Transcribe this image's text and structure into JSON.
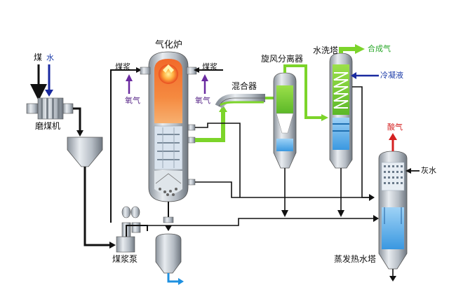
{
  "labels": {
    "coal": "煤",
    "water": "水",
    "mill": "磨煤机",
    "gasifier": "气化炉",
    "slurry_left": "煤浆",
    "slurry_right": "煤浆",
    "oxygen_left": "氧气",
    "oxygen_right": "氧气",
    "mixer": "混合器",
    "cyclone": "旋风分离器",
    "scrubber": "水洗塔",
    "syngas": "合成气",
    "condensate": "冷凝液",
    "acid_gas": "酸气",
    "ash_water": "灰水",
    "slurry_pump": "煤浆泵",
    "evaporator": "蒸发热水塔"
  },
  "colors": {
    "pipe_black": "#111111",
    "pipe_green": "#7cd42a",
    "pipe_blue": "#1e90e0",
    "vessel_grey": "#b9c0c8",
    "furnace_hot": "#f07030",
    "water_blue": "#4aa8e8",
    "arrow_purple": "#6a2aa0",
    "arrow_red": "#d42020",
    "arrow_navy": "#1a2aa0"
  }
}
